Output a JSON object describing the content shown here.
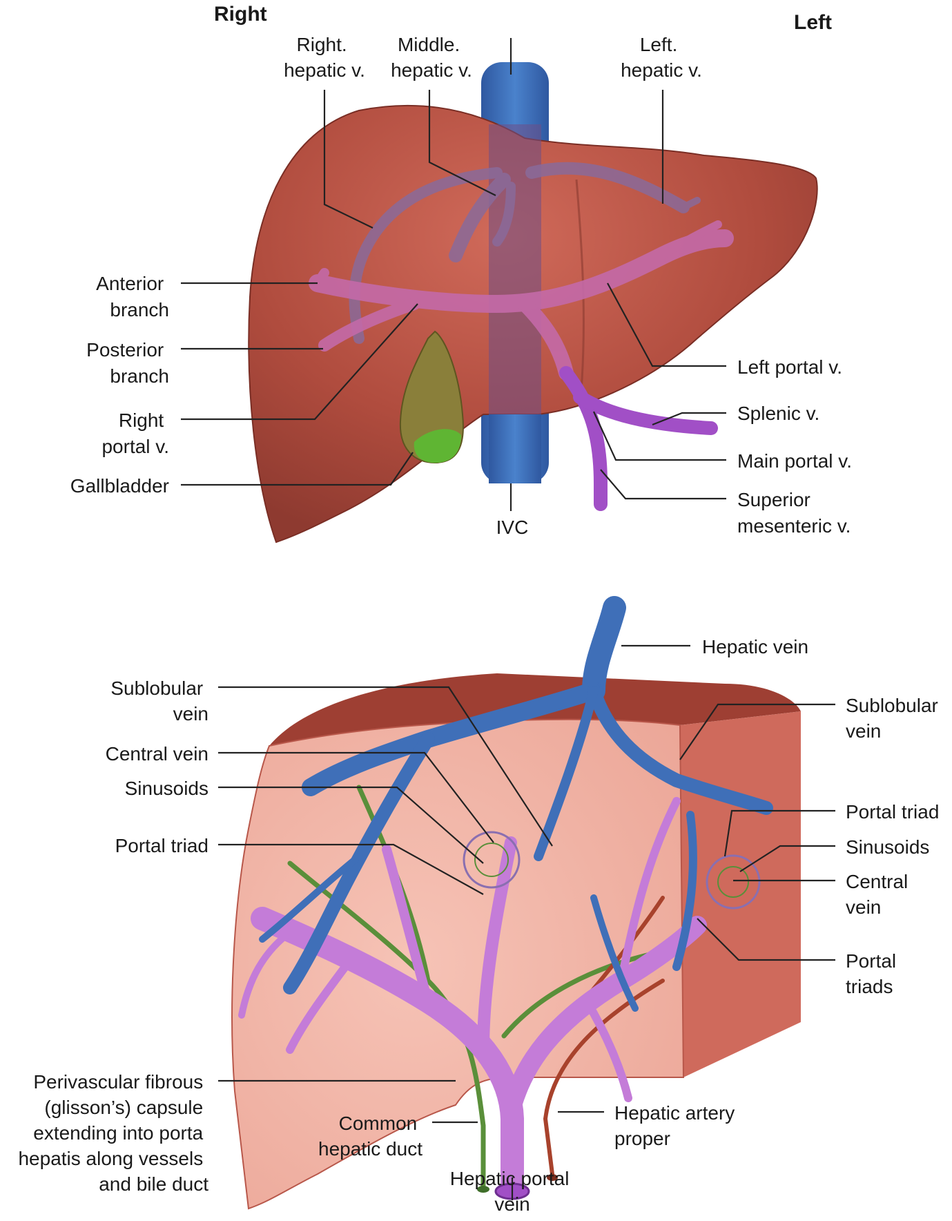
{
  "top": {
    "side_right": "Right",
    "side_left": "Left",
    "labels": {
      "right_hepatic": [
        "Right.",
        "hepatic v."
      ],
      "middle_hepatic": [
        "Middle.",
        "hepatic v."
      ],
      "left_hepatic": [
        "Left.",
        "hepatic v."
      ],
      "anterior_branch": [
        "Anterior",
        "branch"
      ],
      "posterior_branch": [
        "Posterior",
        "branch"
      ],
      "right_portal": [
        "Right",
        "portal v."
      ],
      "gallbladder": [
        "Gallbladder"
      ],
      "ivc": [
        "IVC"
      ],
      "left_portal": [
        "Left portal v."
      ],
      "splenic": [
        "Splenic v."
      ],
      "main_portal": [
        "Main portal v."
      ],
      "superior_mesenteric": [
        "Superior",
        "mesenteric v."
      ]
    }
  },
  "bottom": {
    "labels": {
      "hepatic_vein": [
        "Hepatic vein"
      ],
      "sublobular_left": [
        "Sublobular",
        "vein"
      ],
      "central_vein_left": [
        "Central vein"
      ],
      "sinusoids_left": [
        "Sinusoids"
      ],
      "portal_triad_left": [
        "Portal triad"
      ],
      "sublobular_right": [
        "Sublobular",
        "vein"
      ],
      "portal_triad_right": [
        "Portal triad"
      ],
      "sinusoids_right": [
        "Sinusoids"
      ],
      "central_vein_right": [
        "Central",
        "vein"
      ],
      "portal_triads_right": [
        "Portal",
        "triads"
      ],
      "perivascular": [
        "Perivascular fibrous",
        "(glisson’s) capsule",
        "extending into porta",
        "hepatis along vessels",
        "and bile duct"
      ],
      "common_hepatic_duct": [
        "Common",
        "hepatic duct"
      ],
      "hepatic_portal_vein": [
        "Hepatic portal",
        "vein"
      ],
      "hepatic_artery": [
        "Hepatic artery",
        "proper"
      ]
    }
  },
  "colors": {
    "liver": "#a8483c",
    "liver_cut": "#f2b4a8",
    "hepatic_vein": "#3f6fb8",
    "portal_vein": "#c06fd6",
    "bile_duct": "#5a8f3a",
    "artery": "#a8422c",
    "gallbladder": "#8a7f3a"
  }
}
